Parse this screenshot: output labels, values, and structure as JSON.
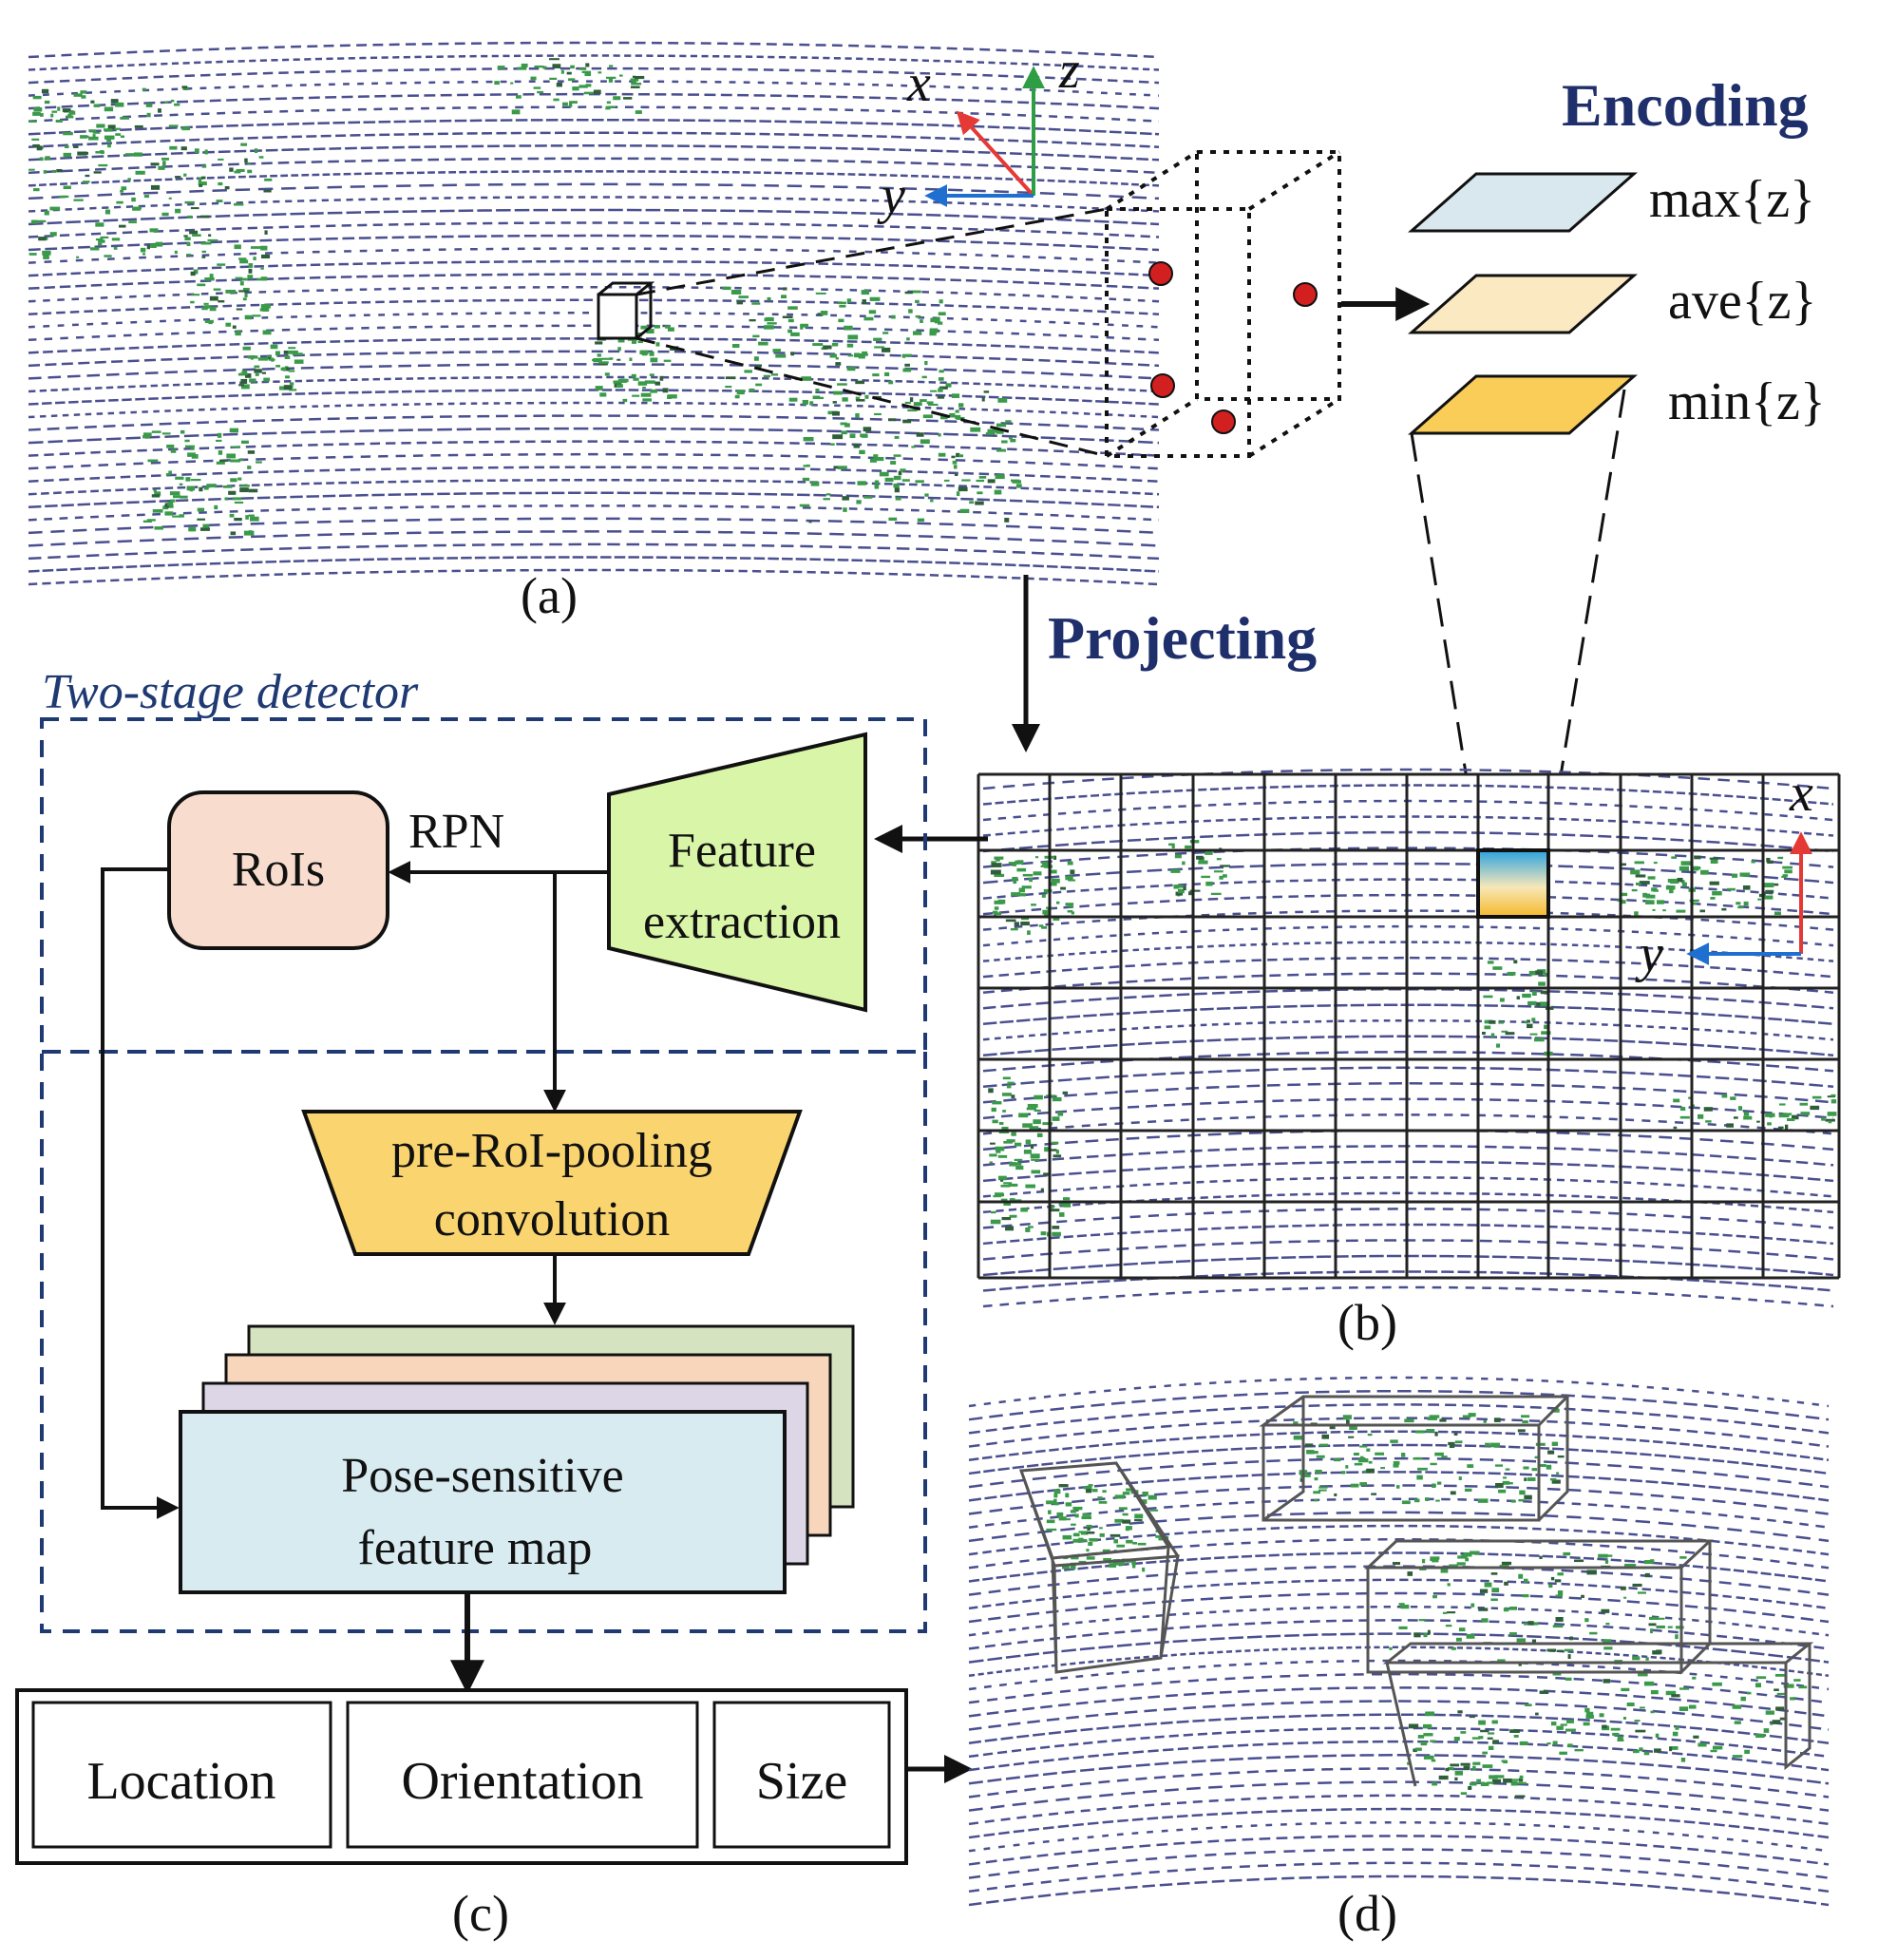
{
  "panel_a": {
    "caption": "(a)",
    "axes": {
      "x": "x",
      "y": "y",
      "z": "z"
    },
    "encoding_title": "Encoding",
    "encoding_labels": [
      "max{z}",
      "ave{z}",
      "min{z}"
    ],
    "encoding_colors": [
      "#d8e8ee",
      "#fbe9c1",
      "#f9cd58"
    ]
  },
  "projecting_label": "Projecting",
  "panel_b": {
    "caption": "(b)",
    "axes": {
      "x": "x",
      "y": "y"
    }
  },
  "panel_c": {
    "caption": "(c)",
    "detector_title": "Two-stage detector",
    "rois": "RoIs",
    "rpn": "RPN",
    "feature_extraction": [
      "Feature",
      "extraction"
    ],
    "pre_roi": [
      "pre-RoI-pooling",
      "convolution"
    ],
    "pose_map": [
      "Pose-sensitive",
      "feature map"
    ],
    "outputs": [
      "Location",
      "Orientation",
      "Size"
    ],
    "colors": {
      "rois_fill": "#f8ddcf",
      "feature_fill": "#d9f5a8",
      "pre_roi_fill": "#f9d46f",
      "pose_fill": "#d7ebf1",
      "stack_colors": [
        "#d5e3c1",
        "#f7d6bc",
        "#dcd6e7"
      ],
      "dashed_border": "#1f3a72"
    }
  },
  "panel_d": {
    "caption": "(d)"
  }
}
